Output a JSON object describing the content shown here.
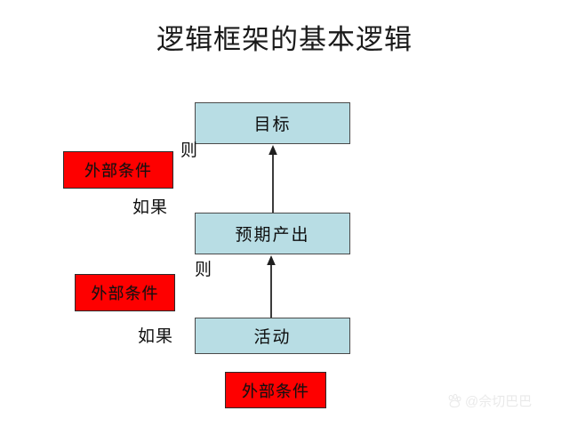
{
  "title": "逻辑框架的基本逻辑",
  "nodes": [
    {
      "id": "goal",
      "label": "目标",
      "fill": "#b8dde4",
      "border": "#4a4a4a"
    },
    {
      "id": "output",
      "label": "预期产出",
      "fill": "#b8dde4",
      "border": "#4a4a4a"
    },
    {
      "id": "activity",
      "label": "活动",
      "fill": "#b8dde4",
      "border": "#4a4a4a"
    }
  ],
  "conditions": [
    {
      "id": "cond-top",
      "label": "外部条件",
      "fill": "#fe0000",
      "border": "#2b2b2b"
    },
    {
      "id": "cond-middle",
      "label": "外部条件",
      "fill": "#fe0000",
      "border": "#2b2b2b"
    },
    {
      "id": "cond-bottom",
      "label": "外部条件",
      "fill": "#fe0000",
      "border": "#2b2b2b"
    }
  ],
  "connectors": [
    {
      "id": "then-upper",
      "label": "则"
    },
    {
      "id": "if-upper",
      "label": "如果"
    },
    {
      "id": "then-lower",
      "label": "则"
    },
    {
      "id": "if-lower",
      "label": "如果"
    }
  ],
  "arrows": [
    {
      "id": "arrow-output-to-goal",
      "direction": "up",
      "color": "#3b3b3b"
    },
    {
      "id": "arrow-activity-to-output",
      "direction": "up",
      "color": "#3b3b3b"
    }
  ],
  "watermark": {
    "text": "@佘切巴巴",
    "color": "#b9b9b9"
  }
}
